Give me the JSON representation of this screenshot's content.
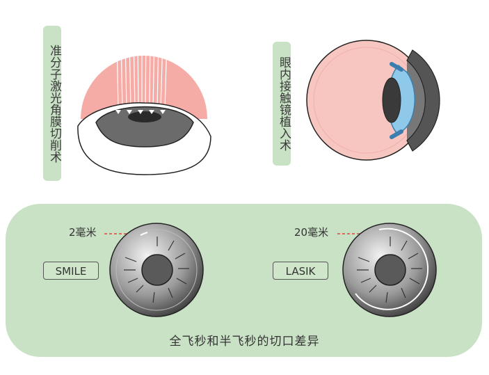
{
  "labels": {
    "lasik_full": "准分子激光角膜切削术",
    "icl": "眼内接触镜植入术"
  },
  "bottom": {
    "tag_smile": "SMILE",
    "tag_lasik": "LASIK",
    "mm_smile": "2毫米",
    "mm_lasik": "20毫米",
    "caption": "全飞秒和半飞秒的切口差异"
  },
  "colors": {
    "panel_green": "#c9e2c5",
    "laser_pink": "#f4a6a1",
    "lens_blue": "#8ec9ea",
    "eyeball_pink": "#f7c6c0",
    "incision_red": "#e0463f"
  }
}
